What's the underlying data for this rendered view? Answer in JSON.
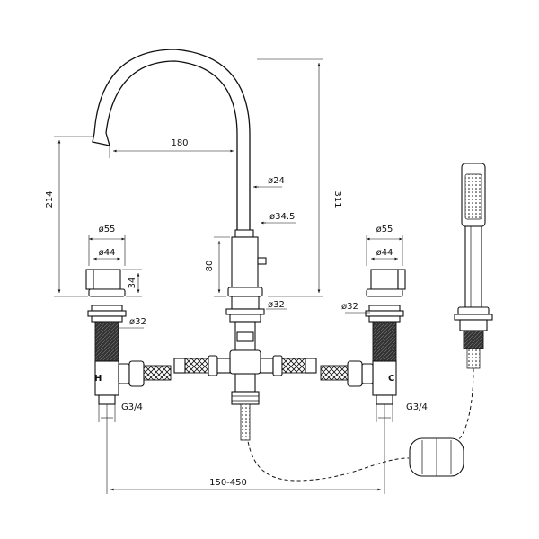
{
  "dimensions": {
    "spout_reach": "180",
    "body_height": "311",
    "spout_height": "214",
    "spout_tip_dia": "ø24",
    "body_dia": "ø34.5",
    "body_height_80": "80",
    "body_base_dia": "ø32",
    "left_handle_dia_55": "ø55",
    "left_handle_dia_44": "ø44",
    "left_handle_height": "34",
    "left_shank_dia": "ø32",
    "right_handle_dia_55": "ø55",
    "right_handle_dia_44": "ø44",
    "right_shank_dia": "ø32",
    "left_thread": "G3/4",
    "right_thread": "G3/4",
    "centres": "150-450"
  },
  "valve_marks": {
    "hot": "H",
    "cold": "C"
  }
}
